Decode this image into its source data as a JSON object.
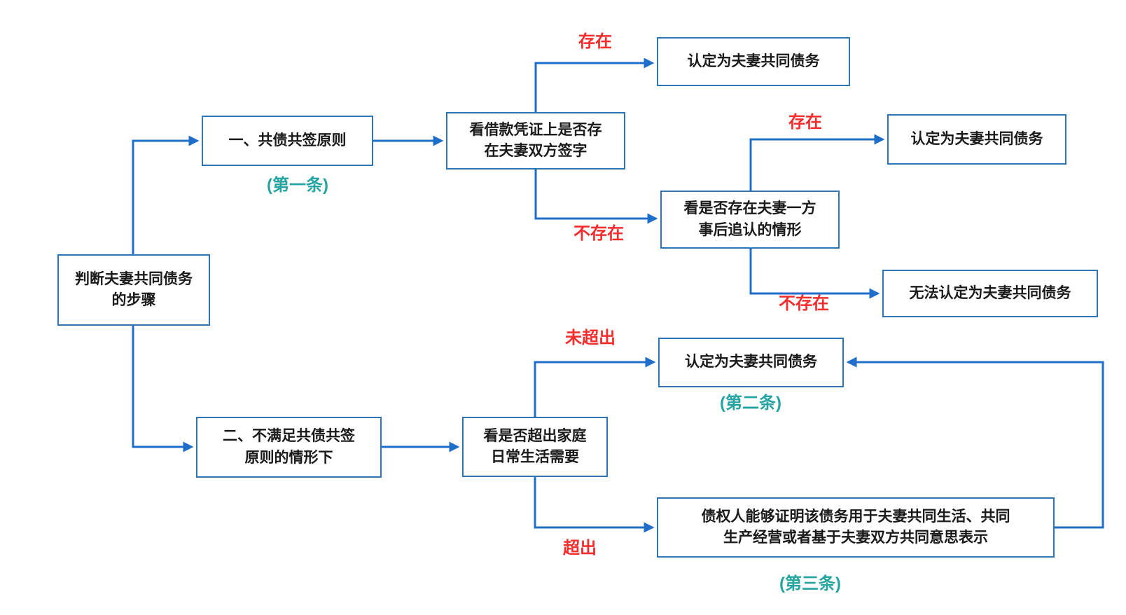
{
  "diagram": {
    "type": "flowchart",
    "topic": "判断夫妻共同债务的步骤"
  },
  "colors": {
    "background": "#ffffff",
    "line": "#1f6ec9",
    "border": "#2e75b6",
    "text": "#1a1a1a",
    "branch_label": "#f52d2d",
    "note": "#25a4a1"
  },
  "nodes": {
    "root": {
      "lines": [
        "判断夫妻共同债务",
        "的步骤"
      ]
    },
    "principle1": {
      "lines": [
        "一、共债共签原则"
      ]
    },
    "check_signature": {
      "lines": [
        "看借款凭证上是否存",
        "在夫妻双方签字"
      ]
    },
    "outcome_joint_1": {
      "lines": [
        "认定为夫妻共同债务"
      ]
    },
    "check_ratification": {
      "lines": [
        "看是否存在夫妻一方",
        "事后追认的情形"
      ]
    },
    "outcome_joint_2": {
      "lines": [
        "认定为夫妻共同债务"
      ]
    },
    "outcome_not_joint": {
      "lines": [
        "无法认定为夫妻共同债务"
      ]
    },
    "principle2": {
      "lines": [
        "二、不满足共债共签",
        "原则的情形下"
      ]
    },
    "check_exceed": {
      "lines": [
        "看是否超出家庭",
        "日常生活需要"
      ]
    },
    "outcome_joint_3": {
      "lines": [
        "认定为夫妻共同债务"
      ]
    },
    "creditor_proof": {
      "lines": [
        "债权人能够证明该债务用于夫妻共同生活、共同",
        "生产经营或者基于夫妻双方共同意思表示"
      ]
    }
  },
  "edge_labels": {
    "exist_1": "存在",
    "not_exist_1": "不存在",
    "exist_2": "存在",
    "not_exist_2": "不存在",
    "not_exceed": "未超出",
    "exceed": "超出"
  },
  "notes": {
    "article_1": "(第一条)",
    "article_2": "(第二条)",
    "article_3": "(第三条)"
  }
}
